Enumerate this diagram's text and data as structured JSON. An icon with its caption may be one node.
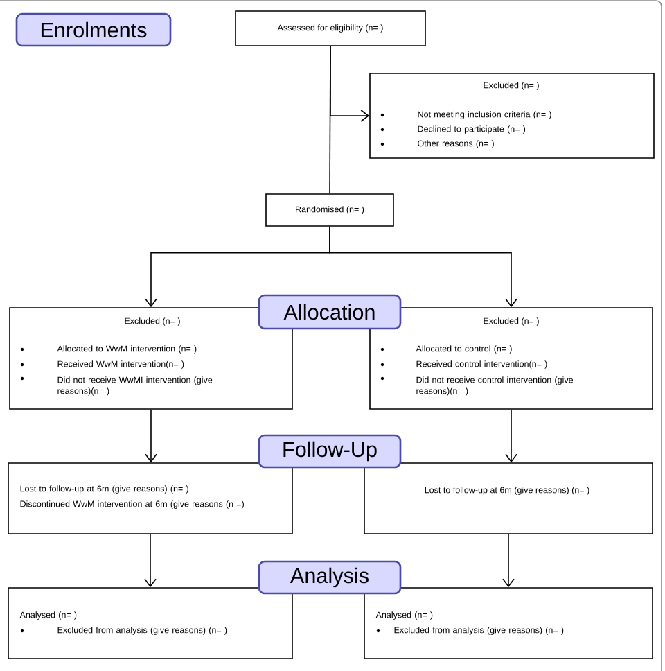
{
  "diagram": {
    "nodes": [
      {
        "text": [
          "Enrolments"
        ]
      },
      {
        "text": [
          "Assessed for eligibility (n= )"
        ]
      },
      {
        "text": [
          "Excluded (n= )",
          "Not meeting inclusion criteria (n= )",
          "Declined to participate (n= )",
          "Other reasons (n= )"
        ]
      },
      {
        "text": [
          "Randomised (n= )"
        ]
      },
      {
        "text": [
          "Allocation"
        ]
      },
      {
        "text": [
          "Excluded (n= )",
          "Allocated to WwM intervention (n= )",
          "Received WwM intervention(n= )",
          "Did not receive WwMI intervention (give reasons)(n= )"
        ]
      },
      {
        "text": [
          "Excluded (n= )",
          "Allocated to control (n= )",
          "Received control intervention(n= )",
          "Did not receive control intervention (give reasons)(n= )"
        ]
      },
      {
        "text": [
          "Follow-Up"
        ]
      },
      {
        "text": [
          "Lost to follow-up at 6m (give reasons) (n= )",
          "Discontinued WwM intervention at 6m (give reasons (n =)"
        ]
      },
      {
        "text": [
          "Lost to follow-up at 6m (give reasons) (n= )"
        ]
      },
      {
        "text": [
          "Analysis"
        ]
      },
      {
        "text": [
          "Analysed (n= )",
          "Excluded from analysis (give reasons) (n= )"
        ]
      },
      {
        "text": [
          "Analysed (n= )",
          "Excluded from analysis (give reasons) (n= )"
        ]
      }
    ],
    "edges": [
      {
        "from": 1,
        "to": 3,
        "arrow": "none"
      },
      {
        "from": 1,
        "to": 2,
        "arrow": "to"
      },
      {
        "from": 3,
        "to": 5,
        "arrow": "to"
      },
      {
        "from": 3,
        "to": 6,
        "arrow": "to"
      },
      {
        "from": 5,
        "to": 8,
        "arrow": "to"
      },
      {
        "from": 6,
        "to": 9,
        "arrow": "to"
      },
      {
        "from": 8,
        "to": 11,
        "arrow": "to"
      },
      {
        "from": 9,
        "to": 12,
        "arrow": "to"
      }
    ]
  }
}
